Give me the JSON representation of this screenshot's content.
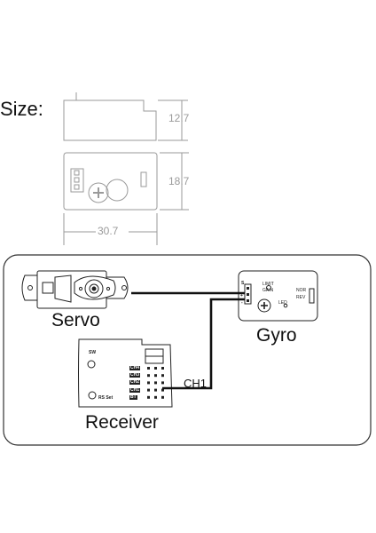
{
  "size_label": "Size:",
  "dimensions": {
    "height": "12.7",
    "depth": "18.7",
    "width": "30.7"
  },
  "diagram": {
    "servo_label": "Servo",
    "gyro_label": "Gyro",
    "receiver_label": "Receiver",
    "channel_label": "CH1",
    "gyro_text": {
      "s": "S",
      "plus": "+",
      "minus": "-",
      "limit": "LIMIT",
      "gain": "GAIN",
      "led": "LED",
      "nor": "NOR",
      "rev": "REV"
    },
    "receiver_text": {
      "sw": "SW",
      "rs_set": "RS Set",
      "channels": [
        "CH4",
        "CH3",
        "CH2",
        "CH1",
        "BT"
      ]
    }
  }
}
